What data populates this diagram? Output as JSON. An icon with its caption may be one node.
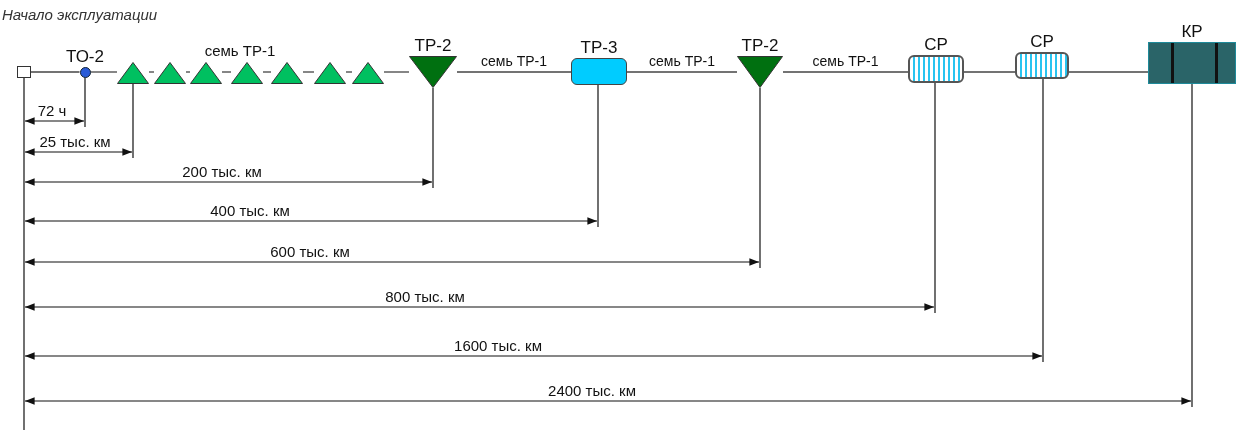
{
  "diagram": {
    "nodes": [
      {
        "text": [],
        "shape": "box",
        "beside": [
          "Начало эксплуатации"
        ]
      },
      {
        "text": [
          "ТО-2"
        ]
      },
      {
        "text": [],
        "shape": "triangle"
      },
      {
        "text": [],
        "shape": "triangle"
      },
      {
        "text": [],
        "shape": "triangle"
      },
      {
        "text": [],
        "shape": "triangle"
      },
      {
        "text": [],
        "shape": "triangle"
      },
      {
        "text": [],
        "shape": "triangle"
      },
      {
        "text": [],
        "shape": "triangle"
      },
      {
        "text": [
          "ТР-2"
        ]
      },
      {
        "text": [
          "ТР-3"
        ]
      },
      {
        "text": [
          "ТР-2"
        ]
      },
      {
        "text": [
          "СР"
        ]
      },
      {
        "text": [
          "СР"
        ]
      },
      {
        "text": [
          "КР"
        ]
      }
    ],
    "edges": [
      {
        "from": 0,
        "to": 1,
        "arrow": "none"
      },
      {
        "from": 1,
        "to": 2,
        "arrow": "none"
      },
      {
        "from": 2,
        "to": 3,
        "arrow": "none"
      },
      {
        "from": 3,
        "to": 4,
        "arrow": "none"
      },
      {
        "from": 4,
        "to": 5,
        "arrow": "none"
      },
      {
        "from": 5,
        "to": 6,
        "arrow": "none"
      },
      {
        "from": 6,
        "to": 7,
        "arrow": "none"
      },
      {
        "from": 7,
        "to": 8,
        "arrow": "none"
      },
      {
        "from": 8,
        "to": 9,
        "arrow": "none"
      },
      {
        "from": 9,
        "to": 10,
        "arrow": "none",
        "label": "семь ТР-1"
      },
      {
        "from": 10,
        "to": 11,
        "arrow": "none",
        "label": "семь ТР-1"
      },
      {
        "from": 11,
        "to": 12,
        "arrow": "none",
        "label": "семь ТР-1"
      },
      {
        "from": 12,
        "to": 13,
        "arrow": "none"
      },
      {
        "from": 13,
        "to": 14,
        "arrow": "none"
      }
    ],
    "labels": [
      "семь ТР-1",
      "72 ч",
      "25 тыс. км",
      "200 тыс. км",
      "400 тыс. км",
      "600 тыс. км",
      "800 тыс. км",
      "1600 тыс. км",
      "2400 тыс. км"
    ]
  }
}
